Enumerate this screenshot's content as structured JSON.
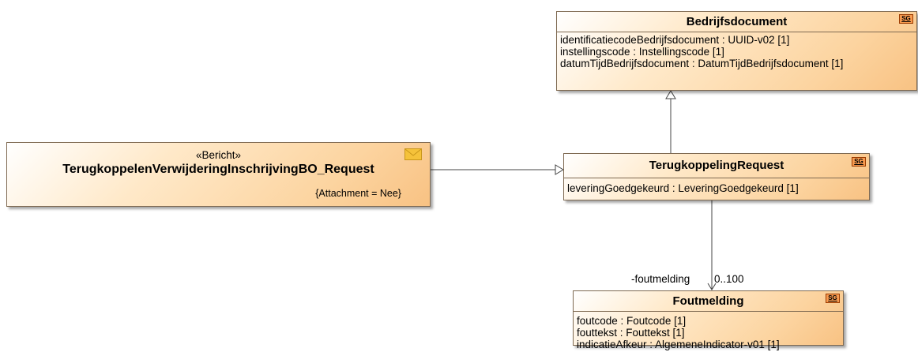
{
  "classes": {
    "bedrijfsdocument": {
      "name": "Bedrijfsdocument",
      "badge": "SG",
      "attributes": [
        "identificatiecodeBedrijfsdocument : UUID-v02 [1]",
        "instellingscode : Instellingscode [1]",
        "datumTijdBedrijfsdocument : DatumTijdBedrijfsdocument [1]"
      ]
    },
    "bericht": {
      "stereotype": "«Bericht»",
      "name": "TerugkoppelenVerwijderingInschrijvingBO_Request",
      "tagged_value": "{Attachment = Nee}",
      "icon": "envelope-icon"
    },
    "terugkoppelingrequest": {
      "name": "TerugkoppelingRequest",
      "badge": "SG",
      "attributes": [
        "leveringGoedgekeurd : LeveringGoedgekeurd [1]"
      ]
    },
    "foutmelding": {
      "name": "Foutmelding",
      "badge": "SG",
      "attributes": [
        "foutcode : Foutcode [1]",
        "fouttekst : Fouttekst [1]",
        "indicatieAfkeur : AlgemeneIndicator-v01 [1]"
      ]
    }
  },
  "association": {
    "role": "-foutmelding",
    "multiplicity": "0..100"
  },
  "colors": {
    "border": "#7f6a52",
    "fill_light": "#ffe9c9",
    "fill_dark": "#f8c283",
    "badge": "#f79a4f",
    "envelope": "#f5c23a"
  }
}
